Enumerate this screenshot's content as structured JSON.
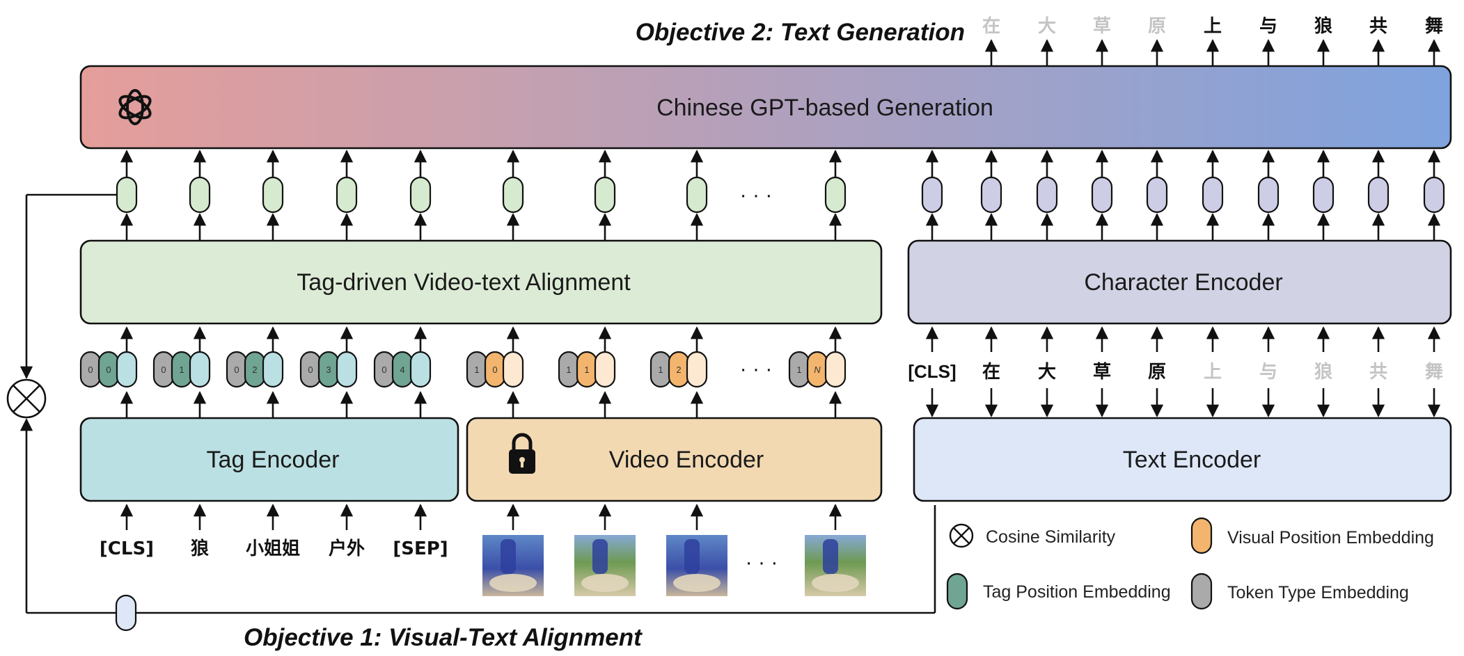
{
  "objectives": {
    "text_generation": "Objective 2: Text Generation",
    "visual_text_alignment": "Objective 1: Visual-Text Alignment"
  },
  "boxes": {
    "gpt": "Chinese GPT-based Generation",
    "tag_alignment": "Tag-driven Video-text Alignment",
    "character_encoder": "Character Encoder",
    "tag_encoder": "Tag Encoder",
    "video_encoder": "Video Encoder",
    "text_encoder": "Text Encoder"
  },
  "tag_inputs": [
    "[CLS]",
    "狼",
    "小姐姐",
    "户外",
    "[SEP]"
  ],
  "tag_positions": [
    "0",
    "1",
    "2",
    "3",
    "4"
  ],
  "tag_type_id": "0",
  "video_positions": [
    "0",
    "1",
    "2",
    "N"
  ],
  "video_type_id": "1",
  "ellipsis": "· · ·",
  "text_inputs": [
    {
      "text": "[CLS]",
      "dim": false
    },
    {
      "text": "在",
      "dim": false
    },
    {
      "text": "大",
      "dim": false
    },
    {
      "text": "草",
      "dim": false
    },
    {
      "text": "原",
      "dim": false
    },
    {
      "text": "上",
      "dim": true
    },
    {
      "text": "与",
      "dim": true
    },
    {
      "text": "狼",
      "dim": true
    },
    {
      "text": "共",
      "dim": true
    },
    {
      "text": "舞",
      "dim": true
    }
  ],
  "generated_outputs": [
    {
      "text": "在",
      "dim": true
    },
    {
      "text": "大",
      "dim": true
    },
    {
      "text": "草",
      "dim": true
    },
    {
      "text": "原",
      "dim": true
    },
    {
      "text": "上",
      "dim": false
    },
    {
      "text": "与",
      "dim": false
    },
    {
      "text": "狼",
      "dim": false
    },
    {
      "text": "共",
      "dim": false
    },
    {
      "text": "舞",
      "dim": false
    }
  ],
  "legend": {
    "cosine": "Cosine Similarity",
    "tag_pos": "Tag Position Embedding",
    "visual_pos": "Visual Position Embedding",
    "token_type": "Token Type Embedding"
  },
  "colors": {
    "gpt_gradient_start": "#E59E9A",
    "gpt_gradient_end": "#7FA3DE",
    "tag_alignment": "#DCEBD5",
    "character_encoder": "#D2D2E5",
    "tag_encoder": "#BBE0E3",
    "video_encoder": "#F2D9B2",
    "text_encoder": "#DDE7F8",
    "tag_position": "#70A493",
    "visual_position": "#F3B56E",
    "token_type": "#AAAAAA",
    "green_token": "#D5EACF",
    "purple_token": "#CDCDE6"
  }
}
